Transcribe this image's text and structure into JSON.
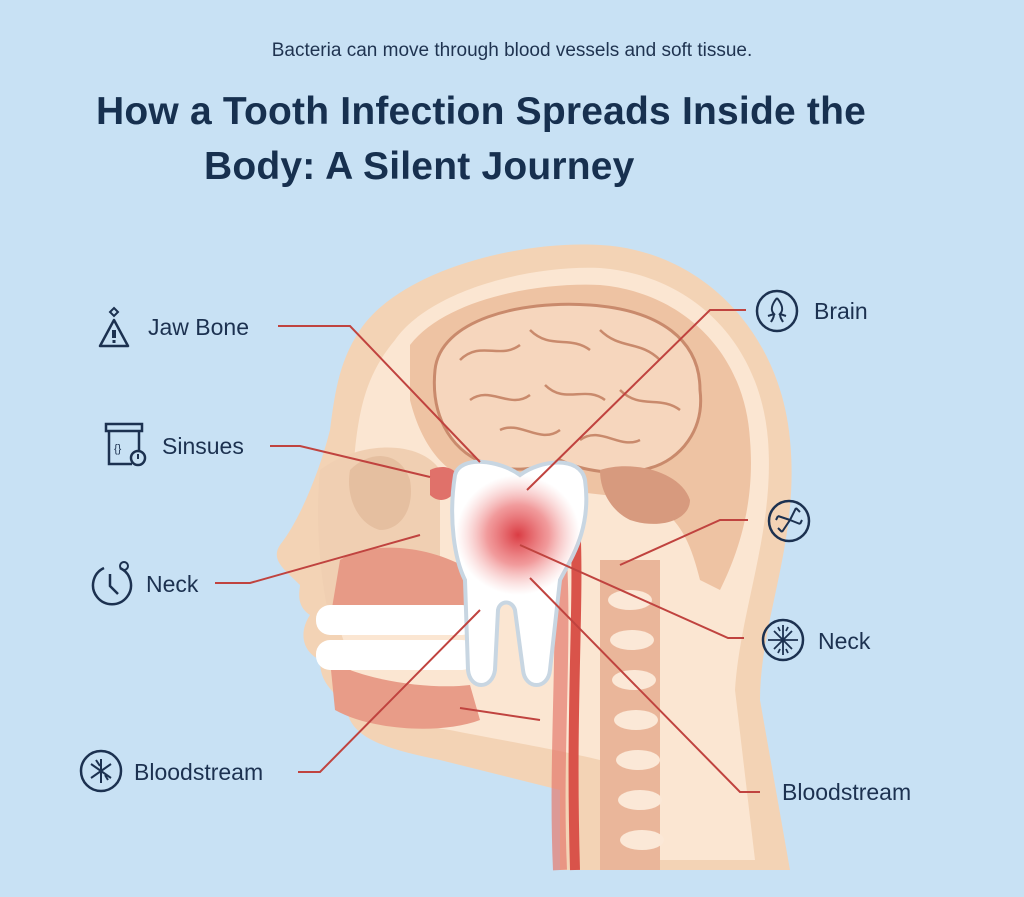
{
  "header": {
    "subtitle": "Bacteria can move through blood vessels and soft tissue.",
    "title_line1": "How a Tooth Infection Spreads Inside the",
    "title_line2": "Body: A Silent Journey"
  },
  "labels_left": [
    {
      "text": "Jaw Bone",
      "icon": "warning-triangle-icon"
    },
    {
      "text": "Sinsues",
      "icon": "sinus-box-icon"
    },
    {
      "text": "Neck",
      "icon": "clock-icon"
    },
    {
      "text": "Bloodstream",
      "icon": "bacteria-circle-icon"
    }
  ],
  "labels_right": [
    {
      "text": "Brain",
      "icon": "brain-nerve-icon"
    },
    {
      "text": "",
      "icon": "branching-vessel-icon"
    },
    {
      "text": "Neck",
      "icon": "nerve-network-icon"
    },
    {
      "text": "Bloodstream",
      "icon": ""
    }
  ],
  "colors": {
    "background": "#c8e1f4",
    "text": "#1a2e4a",
    "leader_line": "#c0433f",
    "skin": "#f3d3b5",
    "infection": "#e03a3f"
  }
}
